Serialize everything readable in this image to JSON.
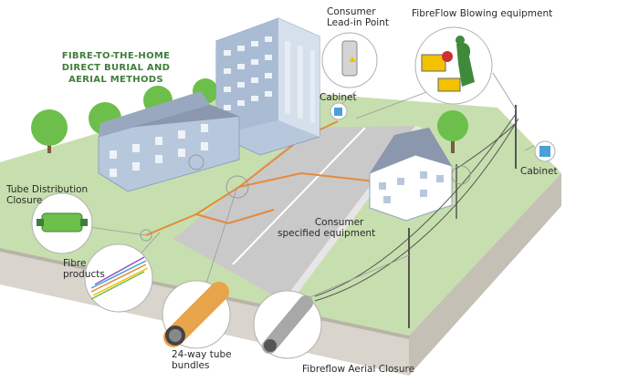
{
  "title_lines": [
    "FIBRE-TO-THE-HOME",
    "DIRECT BURIAL AND",
    "AERIAL METHODS"
  ],
  "labels": {
    "consumer_lead_in": [
      "Consumer",
      "Lead-in Point"
    ],
    "fibreflow_blowing": "FibreFlow Blowing equipment",
    "cabinet_center": "Cabinet",
    "cabinet_right": "Cabinet",
    "tube_distribution": [
      "Tube Distribution",
      "Closure"
    ],
    "consumer_equipment": [
      "Consumer",
      "specified equipment"
    ],
    "fibre_products": [
      "Fibre",
      "products"
    ],
    "tube_bundles": [
      "24-way tube",
      "bundles"
    ],
    "aerial_closure": "Fibreflow Aerial Closure"
  },
  "colors": {
    "title_green": "#3f7d3a",
    "grass": "#c7dfae",
    "road": "#c9c9c9",
    "soil": "#d9d5cc",
    "building_blue": "#b8c8dc",
    "tree_green": "#6cbf4a",
    "duct_orange": "#e58a3c"
  }
}
